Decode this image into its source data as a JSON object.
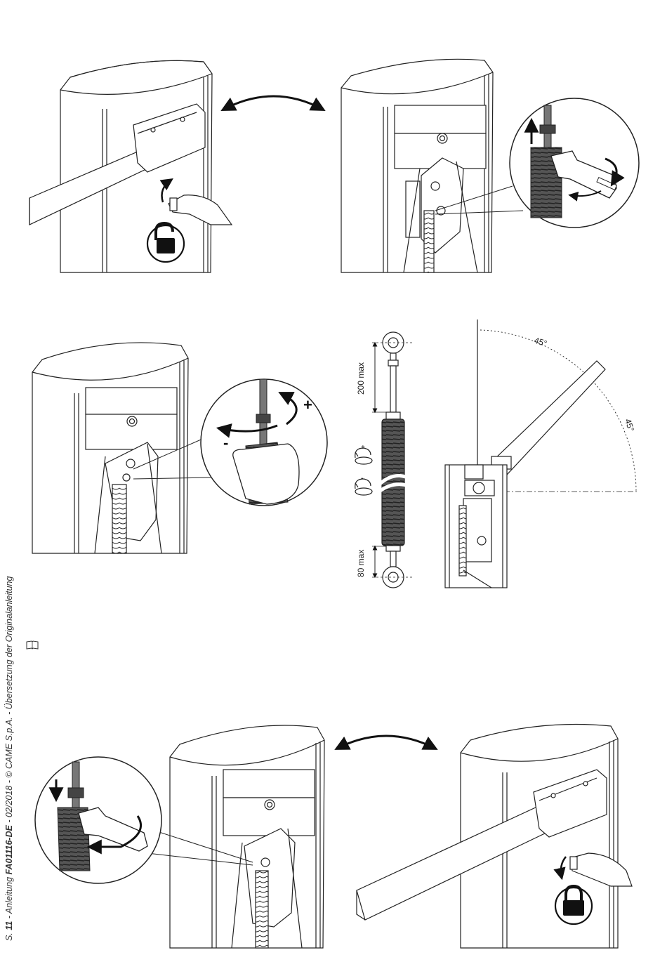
{
  "footer": {
    "page_prefix": "S. ",
    "page_number": "11",
    "separator1": " - Anleitung ",
    "doc_code": "FA01116-DE",
    "rest": " - 02/2018 - © CAME S.p.A. - Übersetzung der Originalanleitung"
  },
  "diagram": {
    "dim_top": "200 max",
    "dim_bottom": "80 max",
    "angle_top": "45°",
    "angle_right": "45°",
    "adjust_plus": "+",
    "adjust_minus": "-",
    "plus_sign": "+",
    "minus_sign": "-"
  },
  "icons": {
    "unlock": "unlocked-padlock-icon",
    "lock": "locked-padlock-icon",
    "manual": "book-icon"
  }
}
